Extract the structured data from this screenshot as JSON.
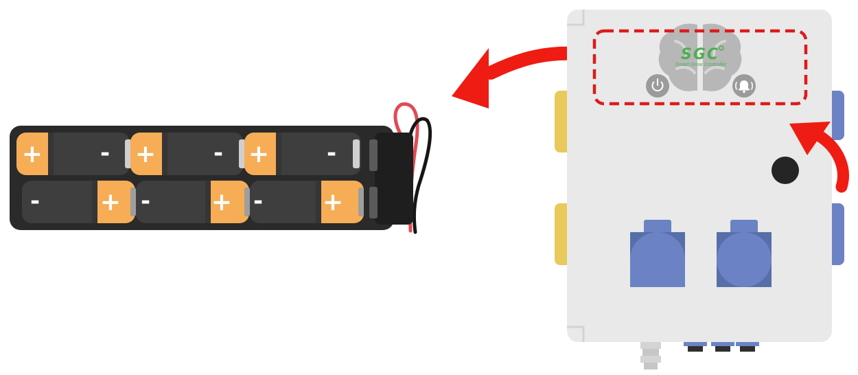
{
  "logo": {
    "brand": "SGC",
    "subtitle": "Smart Grow Controller"
  },
  "battery_pack": {
    "cell_count": 6,
    "plus_symbol": "+",
    "minus_symbol": "-"
  },
  "icons": {
    "power": "power-icon",
    "alarm": "alarm-bell-icon"
  },
  "colors": {
    "arrow": "#ee1c12",
    "highlight_box": "#dd1b1b",
    "cell_body": "#3e3e3e",
    "cell_cap": "#f6ad56",
    "socket": "#6b82c4",
    "yellow_tab": "#e8c95a",
    "enclosure": "#e9e9e9",
    "logo_green": "#4caf50",
    "wire_red": "#e04b55",
    "wire_black": "#161616"
  }
}
